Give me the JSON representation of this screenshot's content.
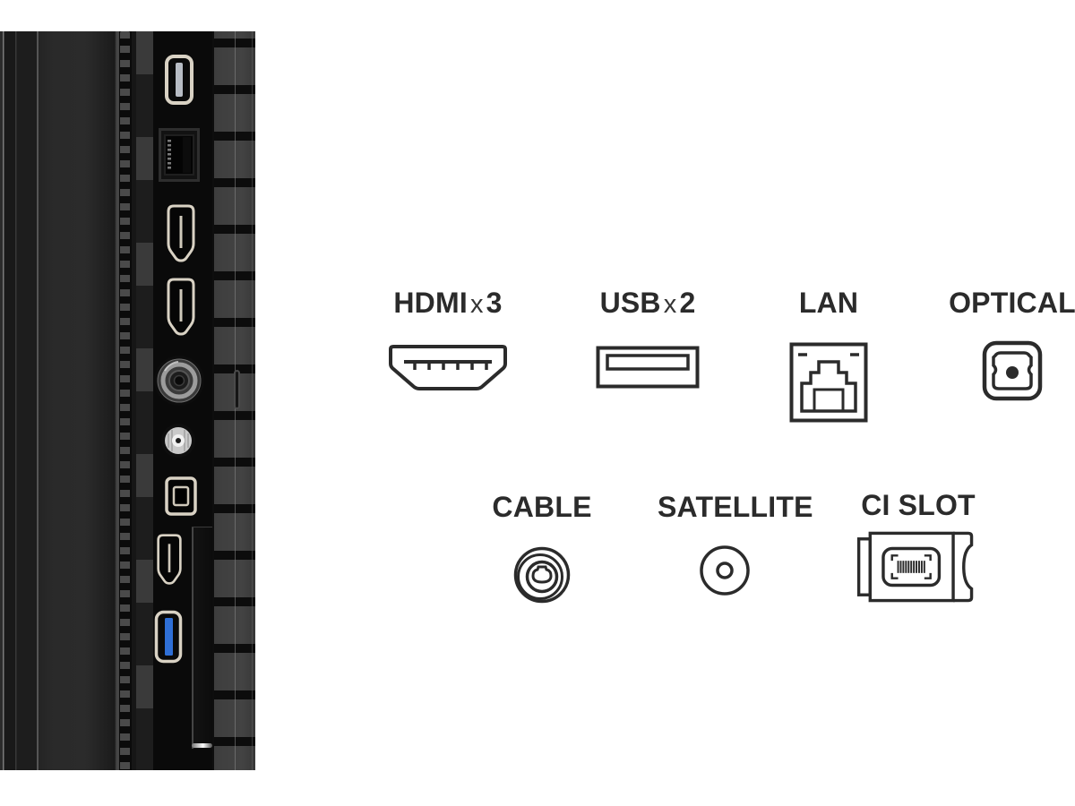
{
  "legend": {
    "text_color": "#2b2b2b",
    "icon_stroke": "#2b2b2b",
    "items": [
      {
        "id": "hdmi",
        "label": "HDMI",
        "times": "x",
        "count": "3"
      },
      {
        "id": "usb",
        "label": "USB",
        "times": "x",
        "count": "2"
      },
      {
        "id": "lan",
        "label": "LAN",
        "times": "",
        "count": ""
      },
      {
        "id": "optical",
        "label": "OPTICAL",
        "times": "",
        "count": ""
      },
      {
        "id": "cable",
        "label": "CABLE",
        "times": "",
        "count": ""
      },
      {
        "id": "satellite",
        "label": "SATELLITE",
        "times": "",
        "count": ""
      },
      {
        "id": "ci_slot",
        "label": "CI SLOT",
        "times": "",
        "count": ""
      }
    ]
  },
  "photo": {
    "port_outline_color": "#d9d2c4",
    "usb3_accent_color": "#2f6fd6",
    "ports_top_to_bottom": [
      "usb",
      "lan",
      "hdmi",
      "hdmi",
      "cable",
      "satellite",
      "optical",
      "hdmi",
      "usb-3",
      "ci-slot-groove"
    ]
  }
}
